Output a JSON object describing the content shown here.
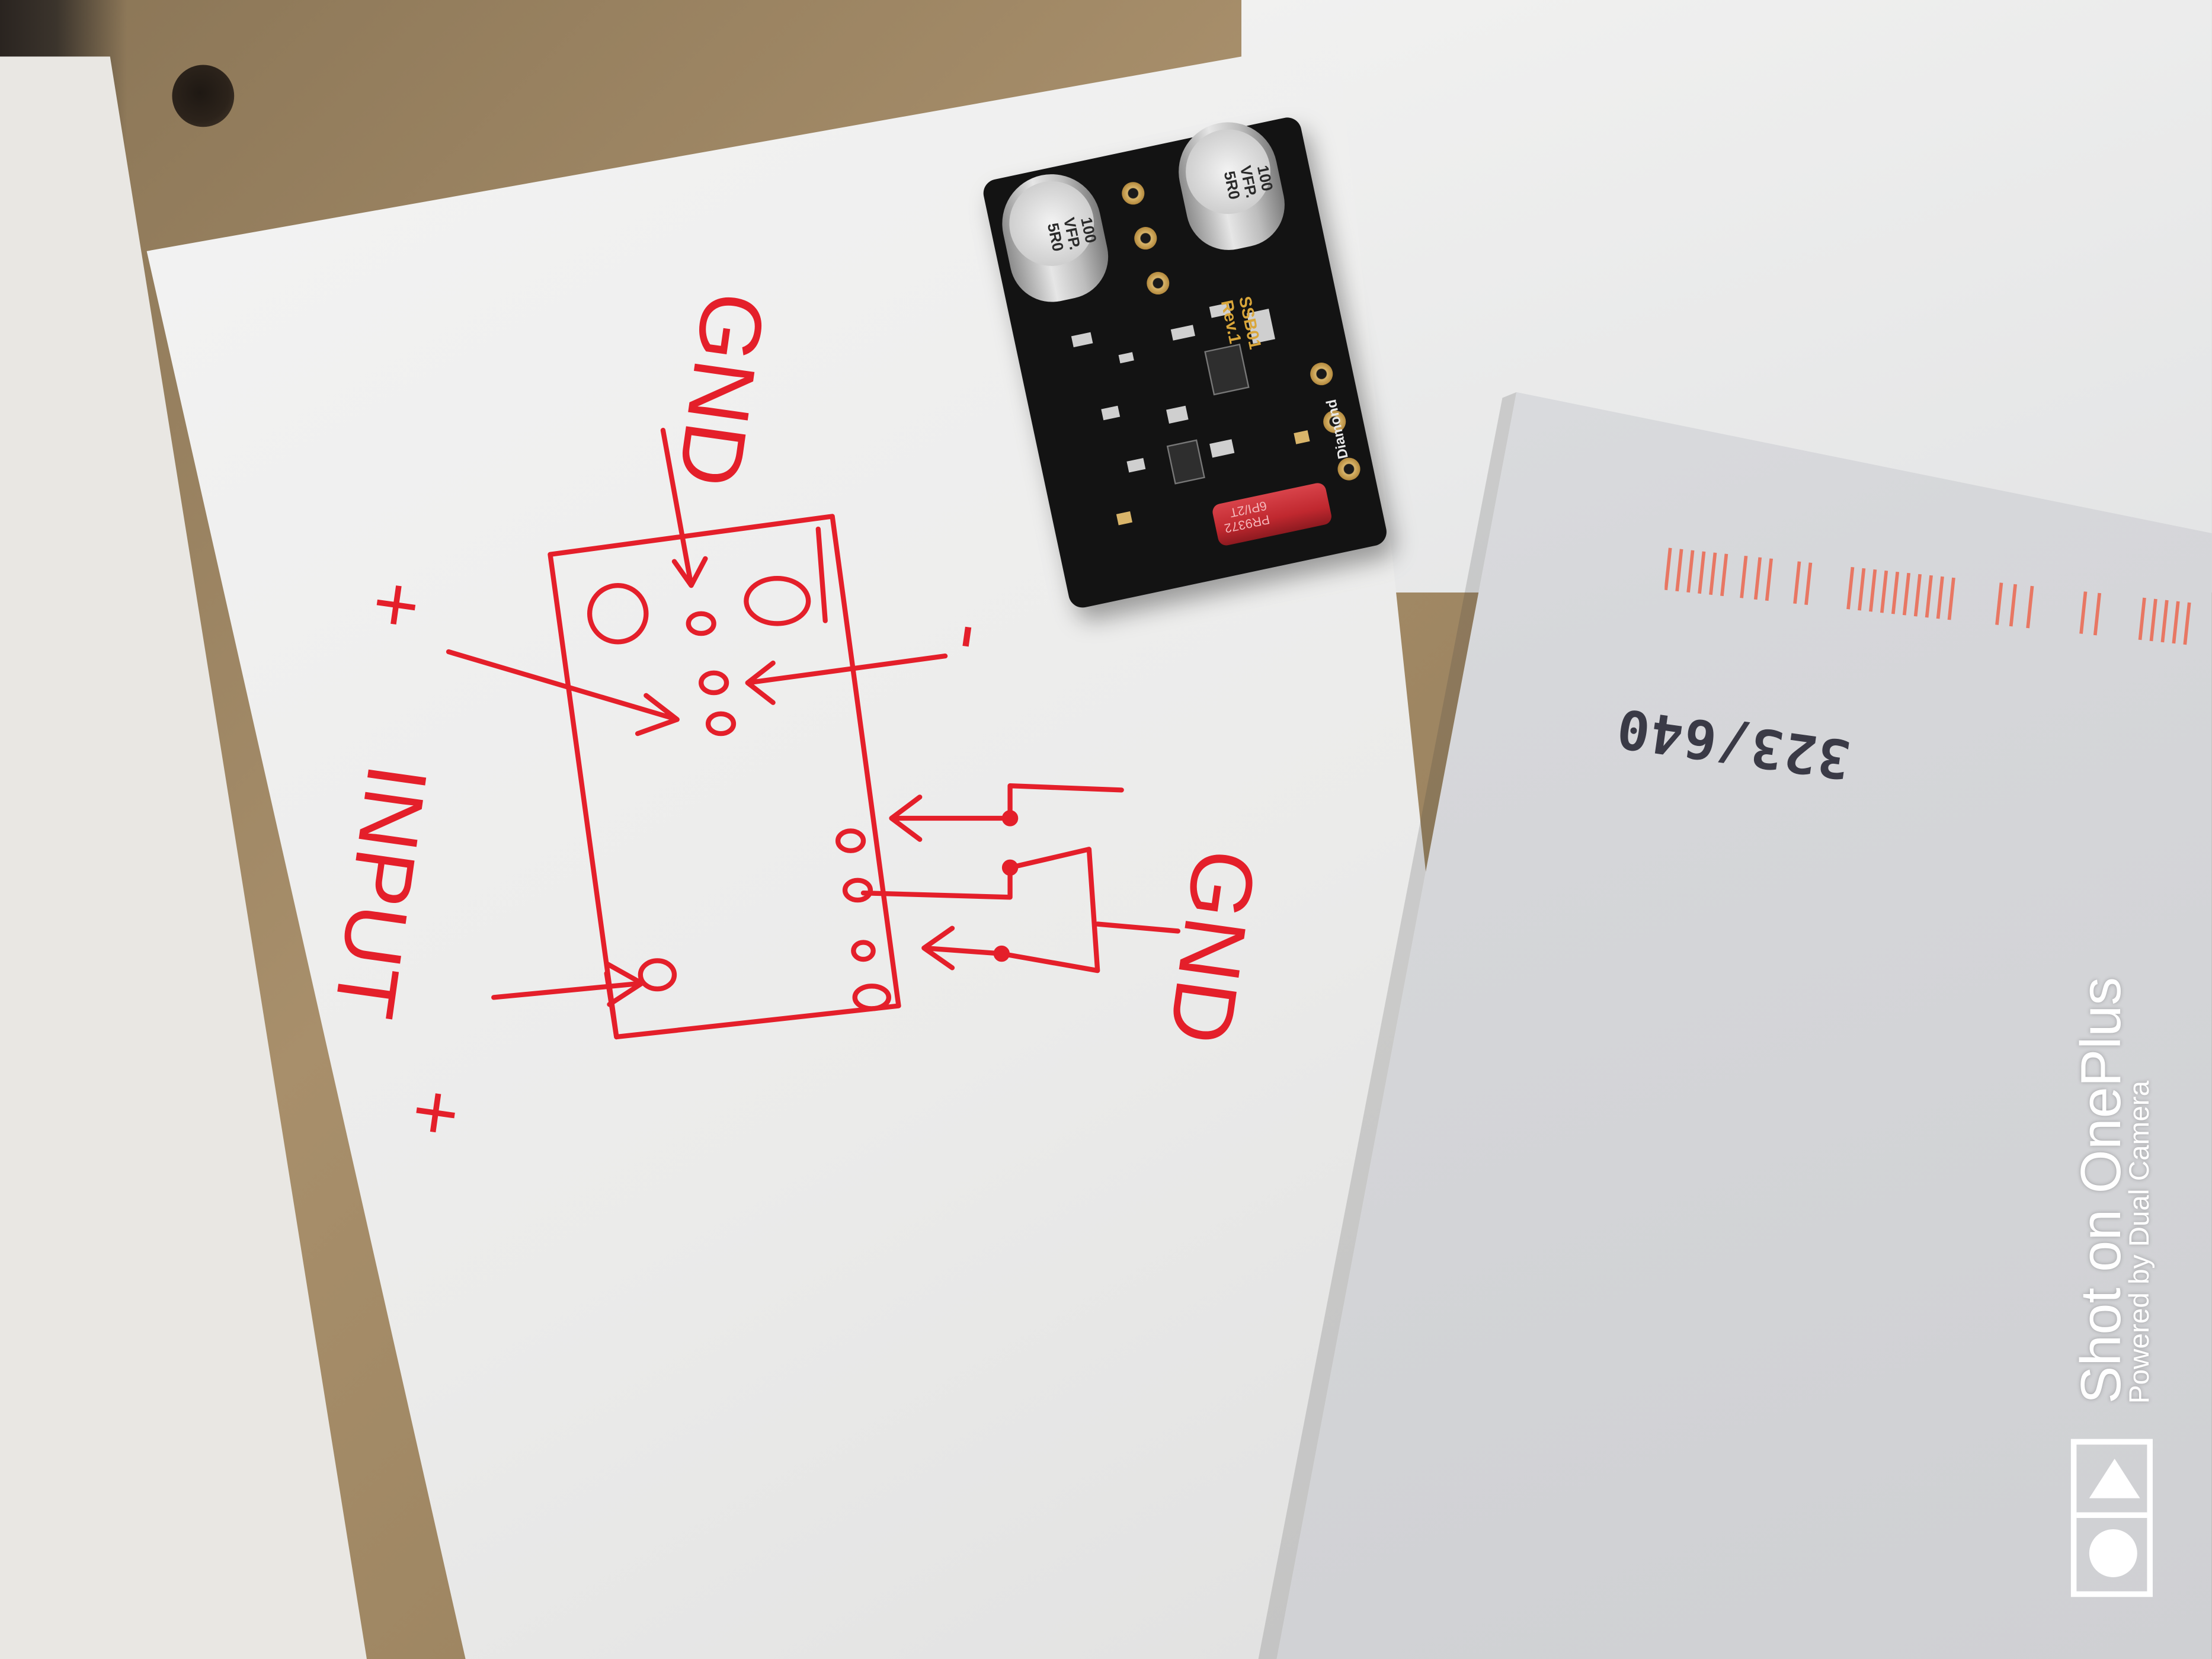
{
  "scene": {
    "paper_color": "#efefee",
    "ink_color": "#e41f2a",
    "cardboard_color": "#9c8460"
  },
  "sketch": {
    "label_gnd_top": "GND",
    "label_gnd_right": "GND",
    "label_input": "INPUT",
    "label_plus_top": "+",
    "label_minus_top": "-",
    "label_plus_bottom": "+"
  },
  "pcb": {
    "cap_left_text": "100\nVFP.\n5R0",
    "cap_right_text": "100\nVFP.\n5R0",
    "board_label": "SSB01\nRev.1",
    "brand": "Diamond",
    "resistor_text": "PR9372\n6PI/2T"
  },
  "envelope": {
    "number": "323/640"
  },
  "watermark": {
    "title": "Shot on OnePlus",
    "subtitle": "Powered by Dual Camera",
    "logo_icon": "oneplus-camera-icon"
  }
}
